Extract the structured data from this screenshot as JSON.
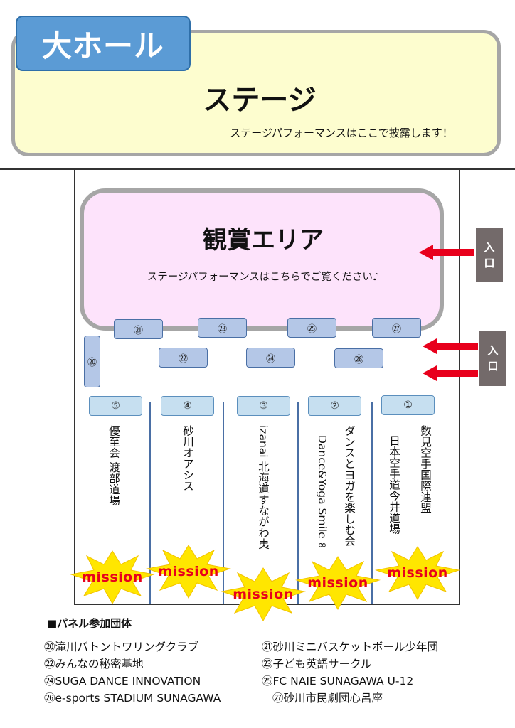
{
  "stage": {
    "hall_label": "大ホール",
    "title": "ステージ",
    "subtitle": "ステージパフォーマンスはここで披露します！"
  },
  "viewing": {
    "title": "観賞エリア",
    "subtitle": "ステージパフォーマンスはこちらでご覧ください♪"
  },
  "entrance_label": [
    "入",
    "口"
  ],
  "tables": {
    "t20": "⑳",
    "t21": "㉑",
    "t22": "㉒",
    "t23": "㉓",
    "t24": "㉔",
    "t25": "㉕",
    "t26": "㉖",
    "t27": "㉗"
  },
  "booths": [
    {
      "num": "⑤",
      "lines": [
        "優至会 渡部道場"
      ]
    },
    {
      "num": "④",
      "lines": [
        "砂川オアシス"
      ]
    },
    {
      "num": "③",
      "lines": [
        "izanai 北海道すながわ夷"
      ]
    },
    {
      "num": "②",
      "lines": [
        "ダンスとヨガを楽しむ会",
        "Dance&Yoga Smile∞"
      ]
    },
    {
      "num": "①",
      "lines": [
        "数見空手国際連盟",
        "日本空手道今井道場"
      ]
    }
  ],
  "mission_label": "mission",
  "legend": {
    "title": "■パネル参加団体",
    "items": [
      "⑳滝川バトントワリングクラブ",
      "㉑砂川ミニバスケットボール少年団",
      "㉒みんなの秘密基地",
      "㉓子ども英語サークル",
      "㉔SUGA DANCE INNOVATION",
      "㉕FC NAIE SUNAGAWA U-12",
      "㉖e-sports STADIUM SUNAGAWA",
      "㉗砂川市民劇団心呂座"
    ]
  },
  "colors": {
    "stage_bg": "#fdfdcf",
    "viewing_bg": "#fde3fb",
    "hall_tab": "#5b9bd5",
    "arrow": "#e8001c",
    "entrance": "#736a6a",
    "star": "#ffe600"
  }
}
